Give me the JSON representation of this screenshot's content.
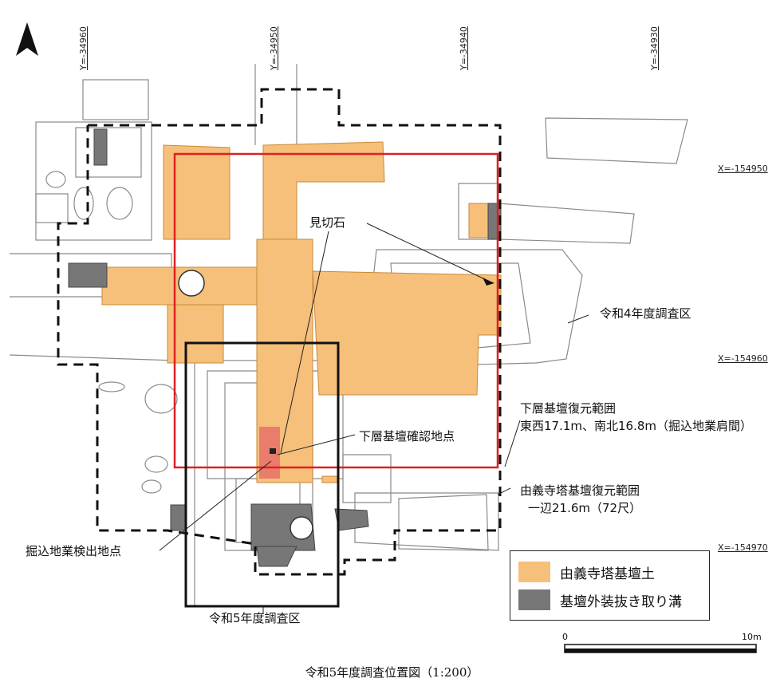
{
  "grid": {
    "y_lines": [
      "Y=-34960",
      "Y=-34950",
      "Y=-34940",
      "Y=-34930"
    ],
    "x_lines": [
      "X=-154950",
      "X=-154960",
      "X=-154970"
    ]
  },
  "labels": {
    "mikiri": "見切石",
    "reiwa4": "令和4年度調査区",
    "kasou_title": "下層基壇復元範囲",
    "kasou_dims": "東西17.1m、南北16.8m（掘込地業肩間）",
    "kakunin": "下層基壇確認地点",
    "yugeji_title": "由義寺塔基壇復元範囲",
    "yugeji_dims": "一辺21.6m（72尺）",
    "horikomi": "掘込地業検出地点",
    "reiwa5": "令和5年度調査区"
  },
  "legend": {
    "items": [
      {
        "label": "由義寺塔基壇土",
        "color": "#f6bf7a"
      },
      {
        "label": "基壇外装抜き取り溝",
        "color": "#777777"
      }
    ]
  },
  "scale": {
    "start": "0",
    "end": "10m"
  },
  "caption": "令和5年度調査位置図（1:200）",
  "colors": {
    "red_frame": "#e02020",
    "orange": "#f6bf7a",
    "gray": "#777777"
  }
}
